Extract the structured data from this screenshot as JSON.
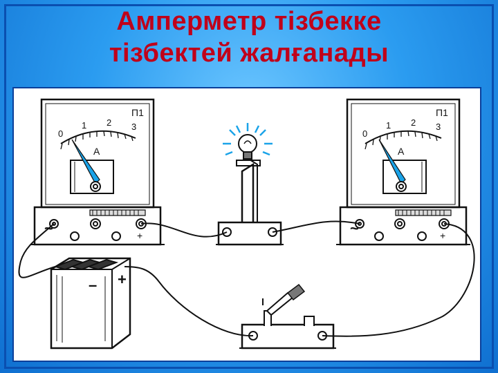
{
  "slide": {
    "title_line1": "Амперметр тізбекке",
    "title_line2": "тізбектей жалғанады"
  },
  "colors": {
    "background": "#1a8fe0",
    "title": "#c0001a",
    "bulb_glow": "#1aa3e8"
  },
  "ammeter_left": {
    "scale": [
      "0",
      "1",
      "2",
      "3"
    ],
    "unit": "A",
    "type_label": "П1",
    "ac_symbol": "~",
    "plus_symbol": "+"
  },
  "ammeter_right": {
    "scale": [
      "0",
      "1",
      "2",
      "3"
    ],
    "unit": "A",
    "type_label": "П1",
    "ac_symbol": "~",
    "plus_symbol": "+"
  },
  "battery": {
    "minus_symbol": "–",
    "plus_symbol": "+"
  }
}
